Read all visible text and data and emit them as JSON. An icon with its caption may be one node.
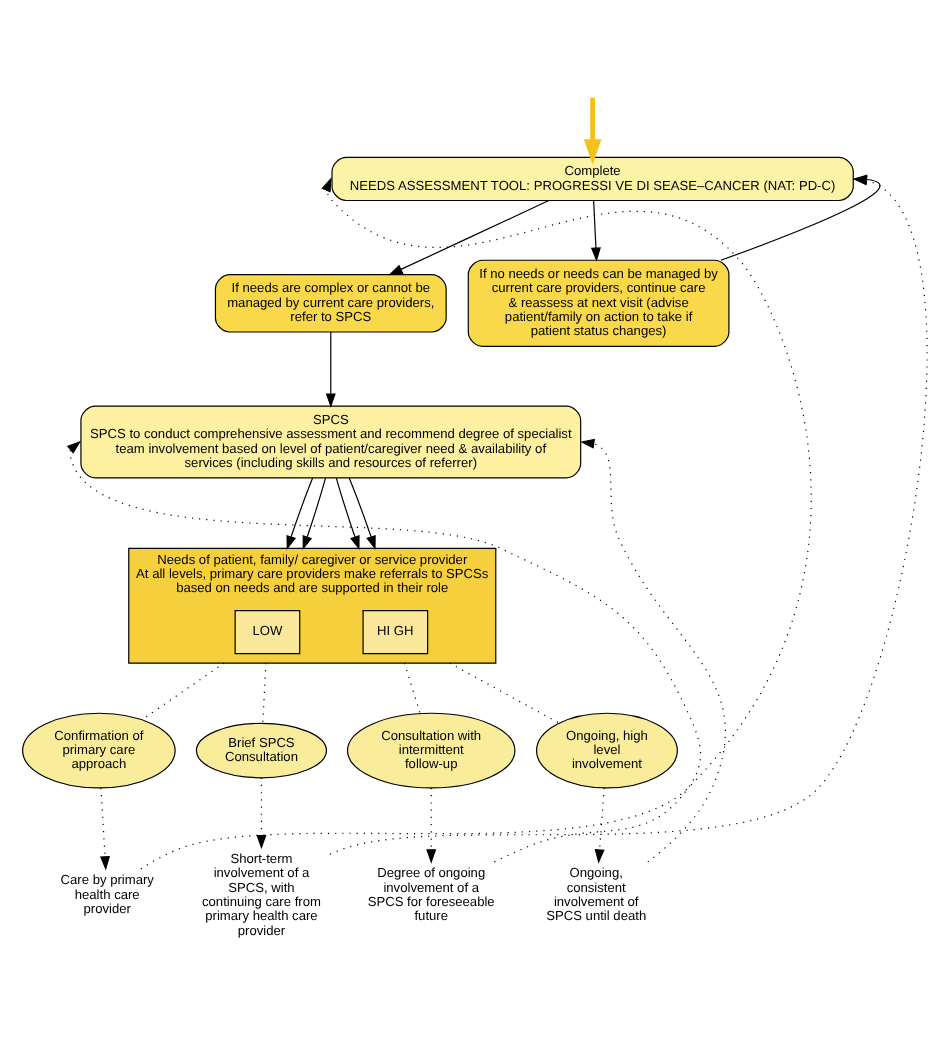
{
  "diagram": {
    "nodes": [
      {
        "text": [
          "Complete",
          "NEEDS ASSESSMENT TOOL: PROGRESSI VE DI SEASE–CANCER (NAT: PD-C)"
        ]
      },
      {
        "text": [
          "If needs are complex or cannot be managed by current care providers, refer to SPCS"
        ]
      },
      {
        "text": [
          "If no needs or needs can be managed by current care providers, continue care & reassess at next visit (advise patient/family on action to take if patient status changes)"
        ]
      },
      {
        "text": [
          "SPCS",
          "SPCS to conduct comprehensive assessment and recommend degree of specialist team involvement based on level of patient/caregiver need & availability of services (including skills and resources of referrer)"
        ]
      },
      {
        "text": [
          "Needs of patient, family/ caregiver or service provider",
          "At all levels, primary care providers make referrals to SPCSs based on needs and are supported in their role"
        ]
      },
      {
        "text": [
          "LOW"
        ],
        "in": 4
      },
      {
        "text": [
          "HI GH"
        ],
        "in": 4
      },
      {
        "text": [
          "Confirmation of primary care approach"
        ]
      },
      {
        "text": [
          "Brief SPCS Consultation"
        ]
      },
      {
        "text": [
          "Consultation with intermittent follow-up"
        ]
      },
      {
        "text": [
          "Ongoing, high level involvement"
        ]
      },
      {
        "text": [
          "Care by primary health care provider"
        ]
      },
      {
        "text": [
          "Short-term involvement of a SPCS, with continuing care from primary health care provider"
        ]
      },
      {
        "text": [
          "Degree of ongoing involvement of a SPCS for foreseeable future"
        ]
      },
      {
        "text": [
          "Ongoing, consistent involvement of SPCS until death"
        ]
      }
    ],
    "edges": [
      {
        "from": null,
        "to": 0,
        "arrow": "to",
        "style": "thick",
        "color": "#f2c21b"
      },
      {
        "from": 0,
        "to": 1,
        "arrow": "to"
      },
      {
        "from": 0,
        "to": 2,
        "arrow": "to"
      },
      {
        "from": 1,
        "to": 3,
        "arrow": "to"
      },
      {
        "from": 2,
        "to": 0,
        "arrow": "to"
      },
      {
        "from": 3,
        "to": 4,
        "arrow": "to"
      },
      {
        "from": 3,
        "to": 4,
        "arrow": "to"
      },
      {
        "from": 3,
        "to": 4,
        "arrow": "to"
      },
      {
        "from": 3,
        "to": 4,
        "arrow": "to"
      },
      {
        "from": 4,
        "to": 7,
        "arrow": "none",
        "style": "dashed"
      },
      {
        "from": 4,
        "to": 8,
        "arrow": "none",
        "style": "dashed"
      },
      {
        "from": 4,
        "to": 9,
        "arrow": "none",
        "style": "dashed"
      },
      {
        "from": 4,
        "to": 10,
        "arrow": "none",
        "style": "dashed"
      },
      {
        "from": 7,
        "to": 11,
        "arrow": "to",
        "style": "dashed"
      },
      {
        "from": 8,
        "to": 12,
        "arrow": "to",
        "style": "dashed"
      },
      {
        "from": 9,
        "to": 13,
        "arrow": "to",
        "style": "dashed"
      },
      {
        "from": 10,
        "to": 14,
        "arrow": "to",
        "style": "dashed"
      },
      {
        "from": 11,
        "to": 0,
        "arrow": "to",
        "style": "dashed"
      },
      {
        "from": 12,
        "to": 0,
        "arrow": "to",
        "style": "dashed"
      },
      {
        "from": 13,
        "to": 3,
        "arrow": "to",
        "style": "dashed"
      },
      {
        "from": 14,
        "to": 3,
        "arrow": "to",
        "style": "dashed"
      }
    ]
  }
}
